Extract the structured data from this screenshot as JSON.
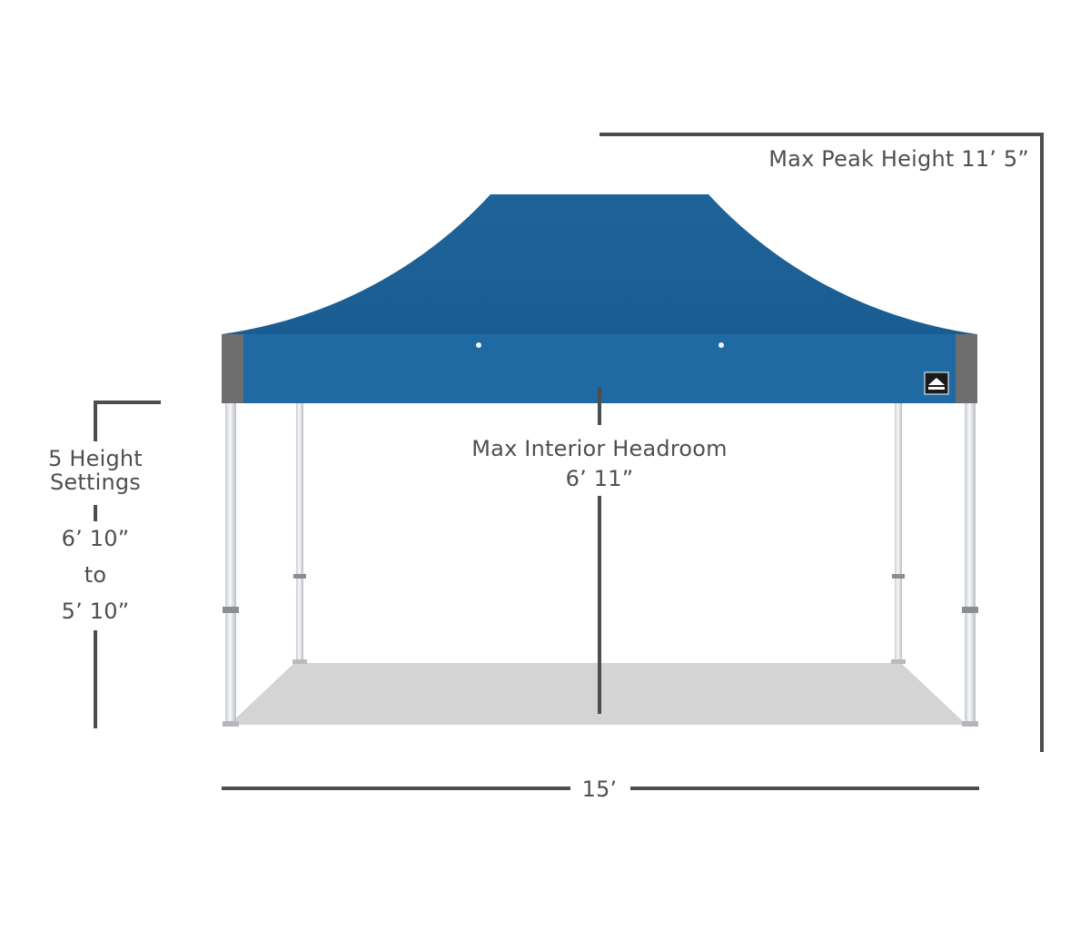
{
  "annotations": {
    "max_peak_height": "Max Peak Height 11’ 5”",
    "height_settings_line1": "5 Height",
    "height_settings_line2": "Settings",
    "height_max": "6’ 10”",
    "height_to": "to",
    "height_min": "5’ 10”",
    "interior_headroom_line1": "Max Interior Headroom",
    "interior_headroom_line2": "6’ 11”",
    "width": "15’"
  },
  "colors": {
    "canopy": "#1b5e92",
    "canopy_valance": "#1f6aa3",
    "canopy_corner": "#6e6e6e",
    "dimension_line": "#4d4d4d",
    "floor": "#d4d4d4",
    "leg": "#e8ecef"
  },
  "icons": {
    "brand_badge": "canopy-brand-logo-icon"
  }
}
